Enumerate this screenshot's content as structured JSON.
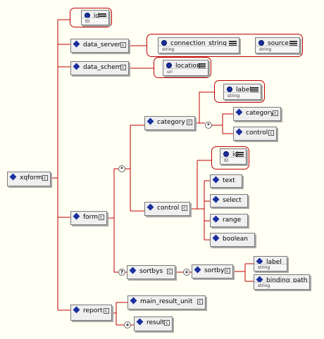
{
  "diagram": {
    "root": {
      "label": "xqform"
    },
    "children": {
      "id_attr": {
        "label": "id",
        "type": "ID"
      },
      "data_server": {
        "label": "data_server"
      },
      "connection_string": {
        "label": "connection_string",
        "type": "string"
      },
      "source": {
        "label": "source",
        "type": "string"
      },
      "data_schema": {
        "label": "data_schema"
      },
      "location": {
        "label": "location",
        "type": "uri"
      },
      "form": {
        "label": "form"
      },
      "category": {
        "label": "category"
      },
      "category_label": {
        "label": "label",
        "type": "string"
      },
      "category_child": {
        "label": "category"
      },
      "control_child": {
        "label": "control"
      },
      "control": {
        "label": "control"
      },
      "control_id": {
        "label": "id",
        "type": "ID"
      },
      "text": {
        "label": "text"
      },
      "select": {
        "label": "select"
      },
      "range": {
        "label": "range"
      },
      "boolean": {
        "label": "boolean"
      },
      "sortbys": {
        "label": "sortbys"
      },
      "sortby": {
        "label": "sortby"
      },
      "sortby_label": {
        "label": "label",
        "type": "string"
      },
      "binding_path": {
        "label": "binding_path",
        "type": "string"
      },
      "report": {
        "label": "report"
      },
      "main_result_unit": {
        "label": "main_result_unit"
      },
      "result": {
        "label": "result"
      }
    },
    "connectors": {
      "form_choice": "*",
      "category_choice": "*",
      "sortbys_optional": "?",
      "sortby_seq": "+",
      "result_seq": "+"
    }
  }
}
